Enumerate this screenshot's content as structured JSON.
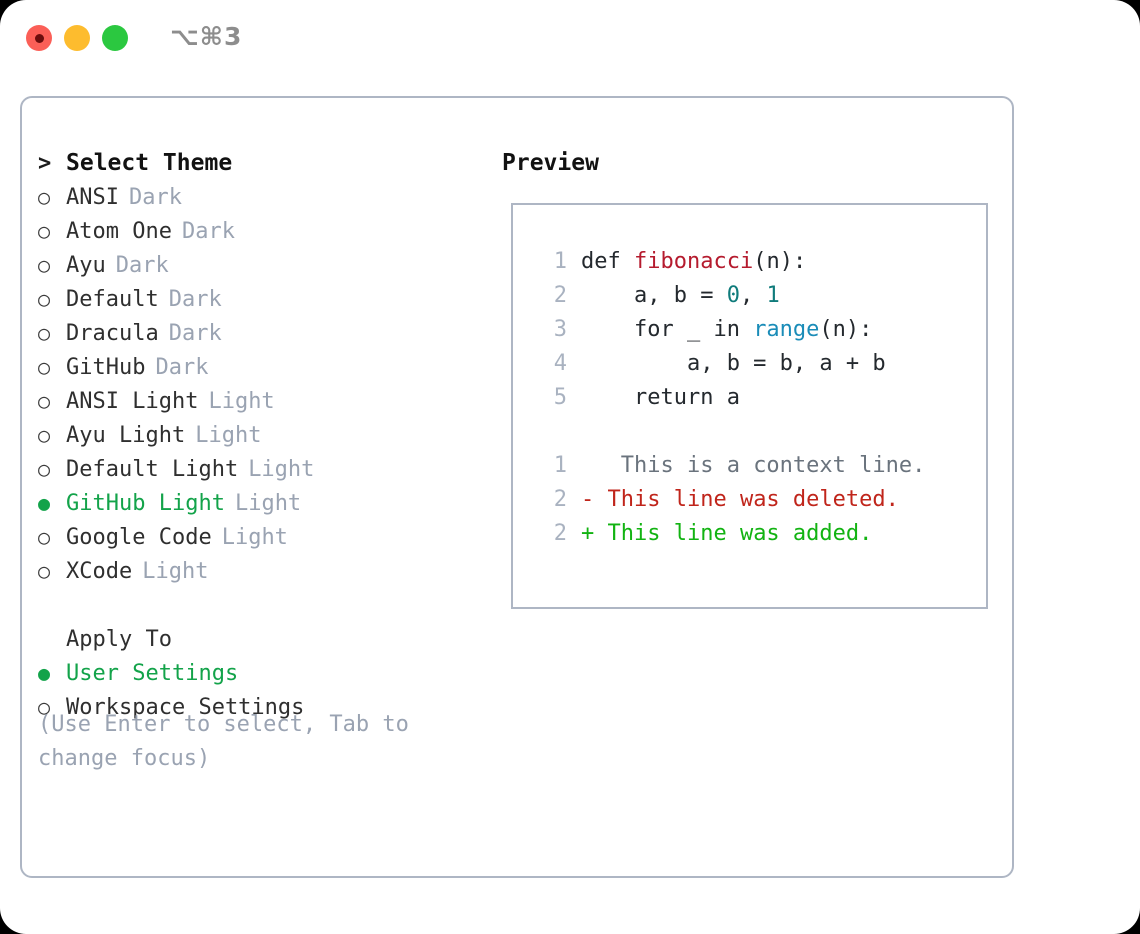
{
  "titlebar": {
    "shortcut": "⌥⌘3",
    "lights": [
      {
        "name": "close",
        "color": "#fb5f57"
      },
      {
        "name": "minimize",
        "color": "#fdbc2e"
      },
      {
        "name": "maximize",
        "color": "#2bc840"
      }
    ]
  },
  "theme_picker": {
    "heading": "Select Theme",
    "caret": ">",
    "bullet_on": "●",
    "bullet_off": "○",
    "items": [
      {
        "label": "ANSI",
        "badge": "Dark",
        "selected": false
      },
      {
        "label": "Atom One",
        "badge": "Dark",
        "selected": false
      },
      {
        "label": "Ayu",
        "badge": "Dark",
        "selected": false
      },
      {
        "label": "Default",
        "badge": "Dark",
        "selected": false
      },
      {
        "label": "Dracula",
        "badge": "Dark",
        "selected": false
      },
      {
        "label": "GitHub",
        "badge": "Dark",
        "selected": false
      },
      {
        "label": "ANSI Light",
        "badge": "Light",
        "selected": false
      },
      {
        "label": "Ayu Light",
        "badge": "Light",
        "selected": false
      },
      {
        "label": "Default Light",
        "badge": "Light",
        "selected": false
      },
      {
        "label": "GitHub Light",
        "badge": "Light",
        "selected": true
      },
      {
        "label": "Google Code",
        "badge": "Light",
        "selected": false
      },
      {
        "label": "XCode",
        "badge": "Light",
        "selected": false
      }
    ]
  },
  "apply_to": {
    "heading": "Apply To",
    "items": [
      {
        "label": "User Settings",
        "selected": true
      },
      {
        "label": "Workspace Settings",
        "selected": false
      }
    ]
  },
  "hint": "(Use Enter to select, Tab to change focus)",
  "preview": {
    "title": "Preview",
    "code_lines": [
      {
        "num": "1",
        "tokens": [
          {
            "t": "def ",
            "c": "plain"
          },
          {
            "t": "fibonacci",
            "c": "fn"
          },
          {
            "t": "(n):",
            "c": "plain"
          }
        ]
      },
      {
        "num": "2",
        "tokens": [
          {
            "t": "    a, b = ",
            "c": "plain"
          },
          {
            "t": "0",
            "c": "num"
          },
          {
            "t": ", ",
            "c": "plain"
          },
          {
            "t": "1",
            "c": "num"
          }
        ]
      },
      {
        "num": "3",
        "tokens": [
          {
            "t": "    for _ in ",
            "c": "plain"
          },
          {
            "t": "range",
            "c": "call"
          },
          {
            "t": "(n):",
            "c": "plain"
          }
        ]
      },
      {
        "num": "4",
        "tokens": [
          {
            "t": "        a, b = b, a + b",
            "c": "plain"
          }
        ]
      },
      {
        "num": "5",
        "tokens": [
          {
            "t": "    return a",
            "c": "plain"
          }
        ]
      }
    ],
    "diff_lines": [
      {
        "num": "1",
        "marker": " ",
        "text": "  This is a context line.",
        "kind": "ctx"
      },
      {
        "num": "2",
        "marker": "-",
        "text": " This line was deleted.",
        "kind": "del"
      },
      {
        "num": "2",
        "marker": "+",
        "text": " This line was added.",
        "kind": "add"
      }
    ]
  },
  "colors": {
    "accent_green": "#13a34a",
    "muted": "#9aa3b2",
    "border": "#aeb6c4",
    "fn_red": "#b51b2e",
    "num_teal": "#0f7b7b",
    "call_blue": "#1a8cb8",
    "diff_add": "#12b312",
    "diff_del": "#c0251b"
  }
}
